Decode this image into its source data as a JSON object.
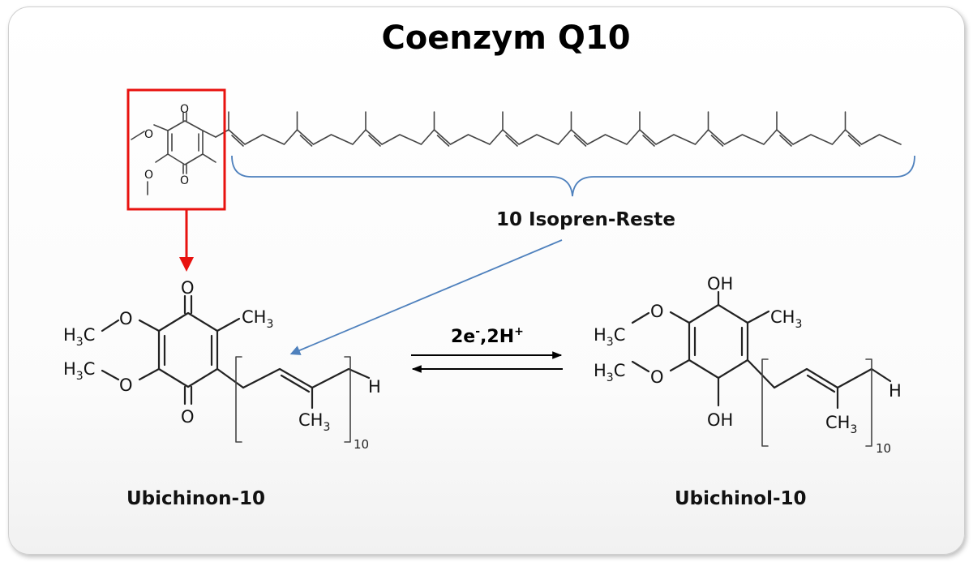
{
  "title": "Coenzym Q10",
  "labels": {
    "isoprene": "10 Isopren-Reste",
    "reaction": "2e",
    "reaction_sup1": "-",
    "reaction_mid": ",2H",
    "reaction_sup2": "+",
    "ubiquinone": "Ubichinon-10",
    "ubiquinol": "Ubichinol-10"
  },
  "atoms": {
    "oxygen": "O",
    "hydroxyl": "OH",
    "methyl_h": "H",
    "methyl_c": "C",
    "methyl_sub": "3",
    "methyl_ch": "CH",
    "hydrogen": "H",
    "repeat_count": "10"
  },
  "colors": {
    "highlight_box": "#e8120f",
    "highlight_arrow": "#e8120f",
    "pointer_line": "#4f81bd",
    "brace": "#4f81bd"
  }
}
